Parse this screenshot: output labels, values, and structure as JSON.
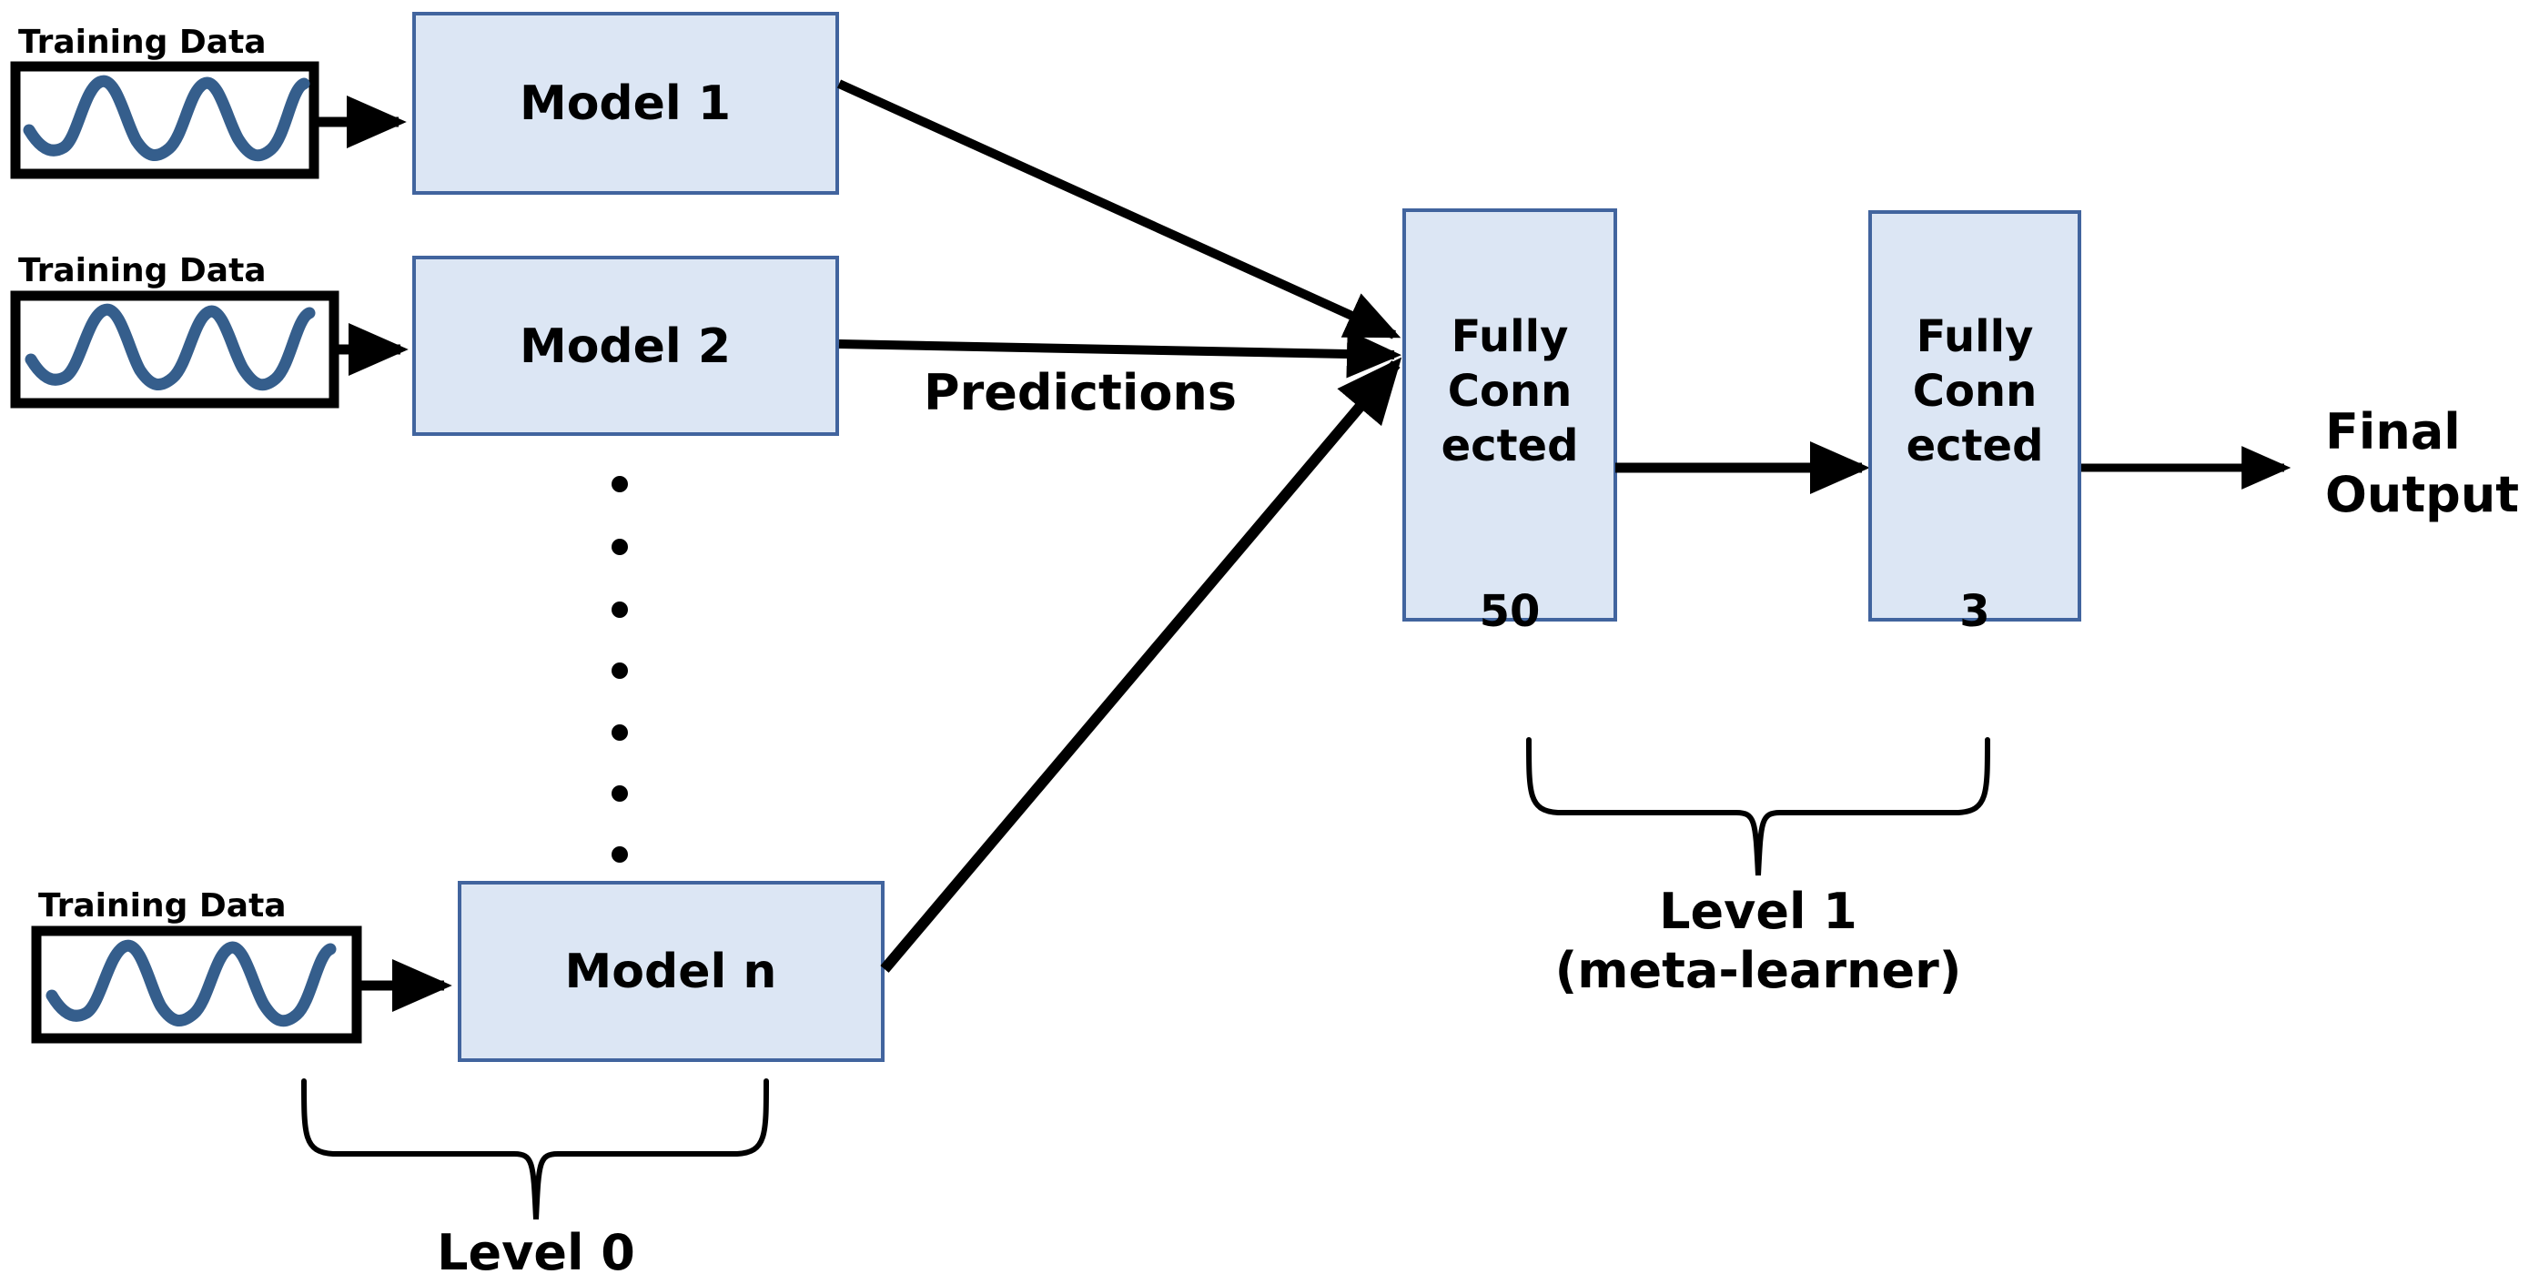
{
  "diagram": {
    "title": "Stacking ensemble architecture",
    "colors": {
      "box_fill": "#DCE6F4",
      "box_border": "#41649E",
      "wave": "#355E8C",
      "arrow": "#000000",
      "background": "#FFFFFF"
    },
    "level0": {
      "brace_label": "Level 0",
      "rows": [
        {
          "training_label": "Training Data",
          "model_label": "Model 1"
        },
        {
          "training_label": "Training Data",
          "model_label": "Model 2"
        },
        {
          "training_label": "Training Data",
          "model_label": "Model n"
        }
      ],
      "ellipsis_dot_count": 7
    },
    "edges": {
      "predictions_label": "Predictions"
    },
    "level1": {
      "brace_label_line1": "Level 1",
      "brace_label_line2": "(meta-learner)",
      "layers": [
        {
          "name_line1": "Fully",
          "name_line2": "Conn",
          "name_line3": "ected",
          "units": "50"
        },
        {
          "name_line1": "Fully",
          "name_line2": "Conn",
          "name_line3": "ected",
          "units": "3"
        }
      ]
    },
    "output": {
      "label_line1": "Final",
      "label_line2": "Output"
    }
  }
}
